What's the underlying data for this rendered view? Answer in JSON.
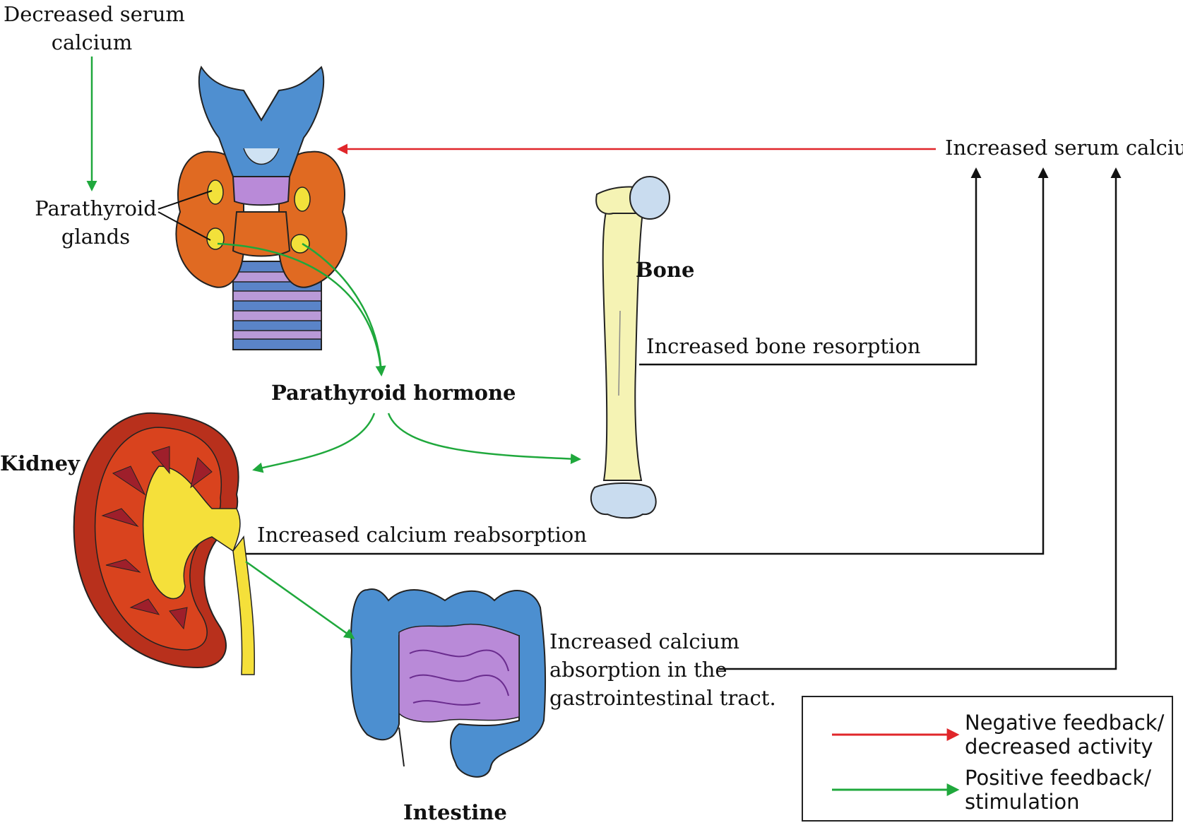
{
  "labels": {
    "decreased_serum_calcium_l1": "Decreased serum",
    "decreased_serum_calcium_l2": "calcium",
    "parathyroid_glands_l1": "Parathyroid",
    "parathyroid_glands_l2": "glands",
    "increased_serum_calcium": "Increased serum calcium",
    "bone": "Bone",
    "increased_bone_resorption": "Increased bone resorption",
    "parathyroid_hormone": "Parathyroid hormone",
    "kidney": "Kidney",
    "increased_calcium_reabsorption": "Increased calcium reabsorption",
    "gi_absorption_l1": "Increased calcium",
    "gi_absorption_l2": "absorption in the",
    "gi_absorption_l3": "gastrointestinal tract.",
    "intestine": "Intestine"
  },
  "legend": {
    "negative_l1": "Negative feedback/",
    "negative_l2": "decreased activity",
    "positive_l1": "Positive feedback/",
    "positive_l2": "stimulation"
  },
  "colors": {
    "negative": "#e0262a",
    "positive": "#1fa83c",
    "feedback_line": "#111111",
    "thyroid": "#e06a22",
    "cartilage": "#4f8fd0",
    "parathyroid": "#f2e13a",
    "kidney_cortex": "#d9431e",
    "kidney_pelvis": "#f5e03a",
    "intestine_large": "#4c8fd0",
    "intestine_small": "#b98ad8",
    "bone": "#f5f3b4",
    "bone_end": "#c9dcef"
  }
}
